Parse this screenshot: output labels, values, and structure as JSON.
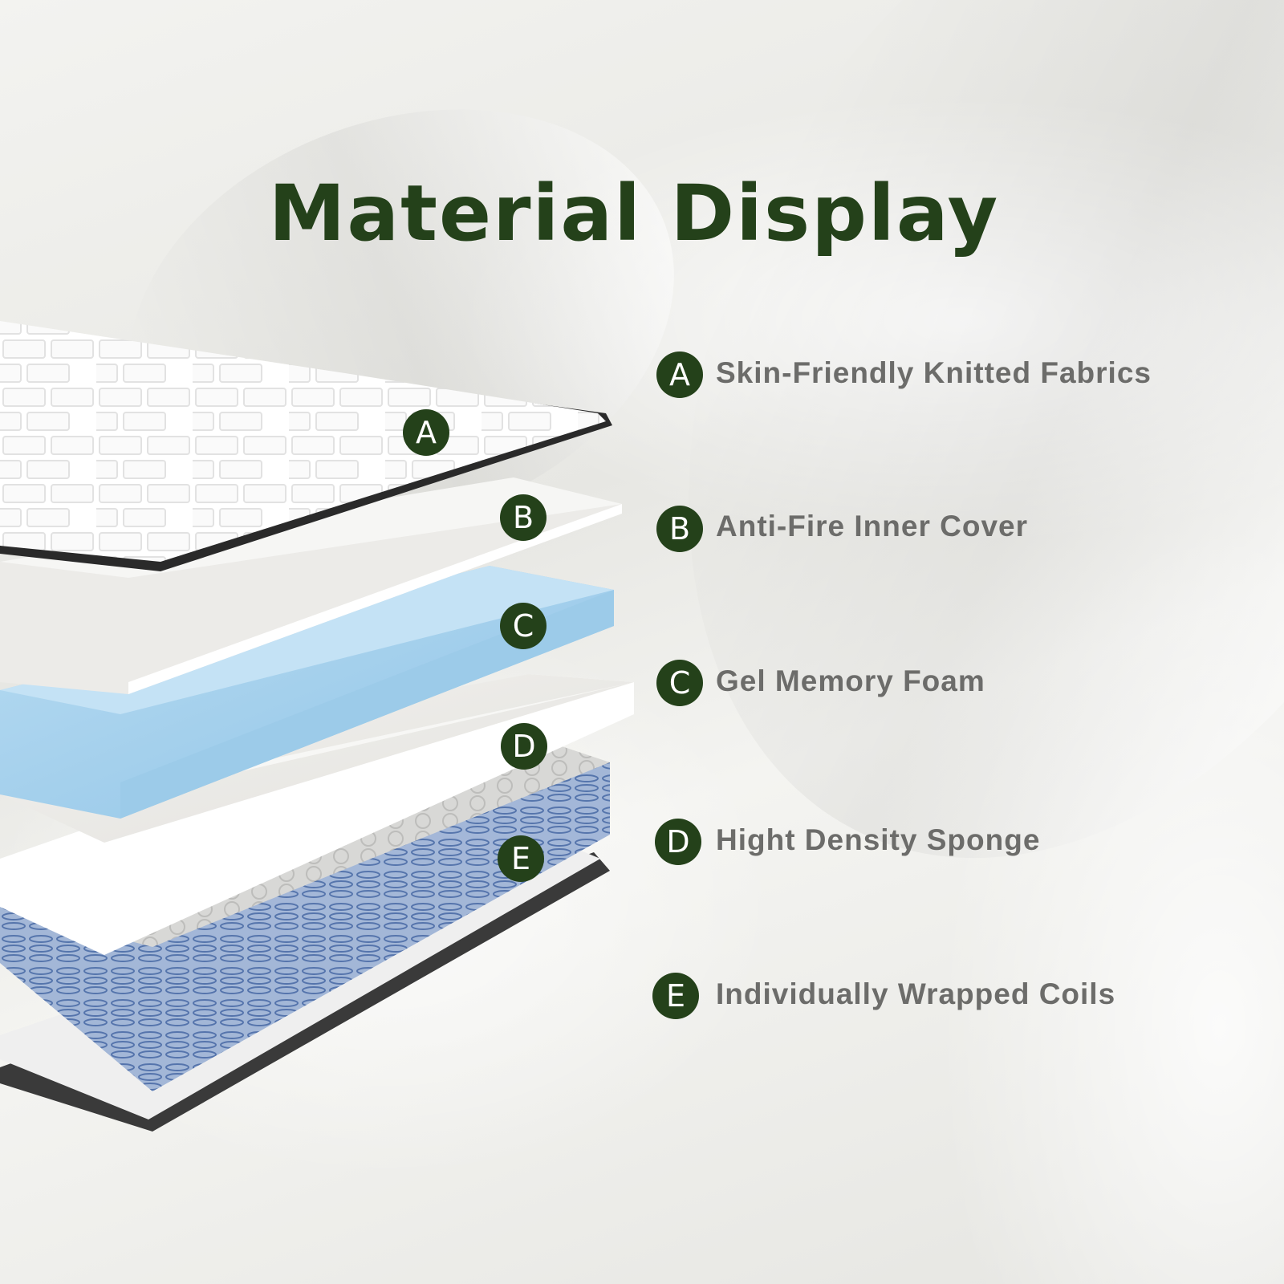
{
  "title": "Material Display",
  "colors": {
    "brand_green": "#24411a",
    "label_gray": "#6c6c6a",
    "gel_blue": "#a9d2ee"
  },
  "diagram_badges": [
    {
      "letter": "A"
    },
    {
      "letter": "B"
    },
    {
      "letter": "C"
    },
    {
      "letter": "D"
    },
    {
      "letter": "E"
    }
  ],
  "legend": [
    {
      "letter": "A",
      "label": "Skin-Friendly Knitted Fabrics"
    },
    {
      "letter": "B",
      "label": "Anti-Fire Inner Cover"
    },
    {
      "letter": "C",
      "label": "Gel Memory Foam"
    },
    {
      "letter": "D",
      "label": "Hight Density Sponge"
    },
    {
      "letter": "E",
      "label": "Individually Wrapped Coils"
    }
  ]
}
